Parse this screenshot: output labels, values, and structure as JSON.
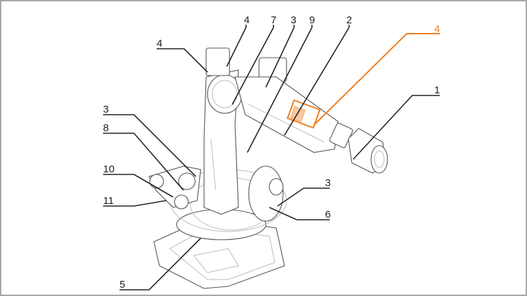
{
  "figure": {
    "highlight_color": "#f07d1e",
    "callouts": [
      {
        "id": "c4-top",
        "text": "4"
      },
      {
        "id": "c7",
        "text": "7"
      },
      {
        "id": "c3-top",
        "text": "3"
      },
      {
        "id": "c9",
        "text": "9"
      },
      {
        "id": "c2",
        "text": "2"
      },
      {
        "id": "c4-highlight",
        "text": "4"
      },
      {
        "id": "c4-left",
        "text": "4"
      },
      {
        "id": "c1",
        "text": "1"
      },
      {
        "id": "c3-left",
        "text": "3"
      },
      {
        "id": "c8",
        "text": "8"
      },
      {
        "id": "c10",
        "text": "10"
      },
      {
        "id": "c11",
        "text": "11"
      },
      {
        "id": "c3-right",
        "text": "3"
      },
      {
        "id": "c6",
        "text": "6"
      },
      {
        "id": "c5",
        "text": "5"
      }
    ]
  }
}
